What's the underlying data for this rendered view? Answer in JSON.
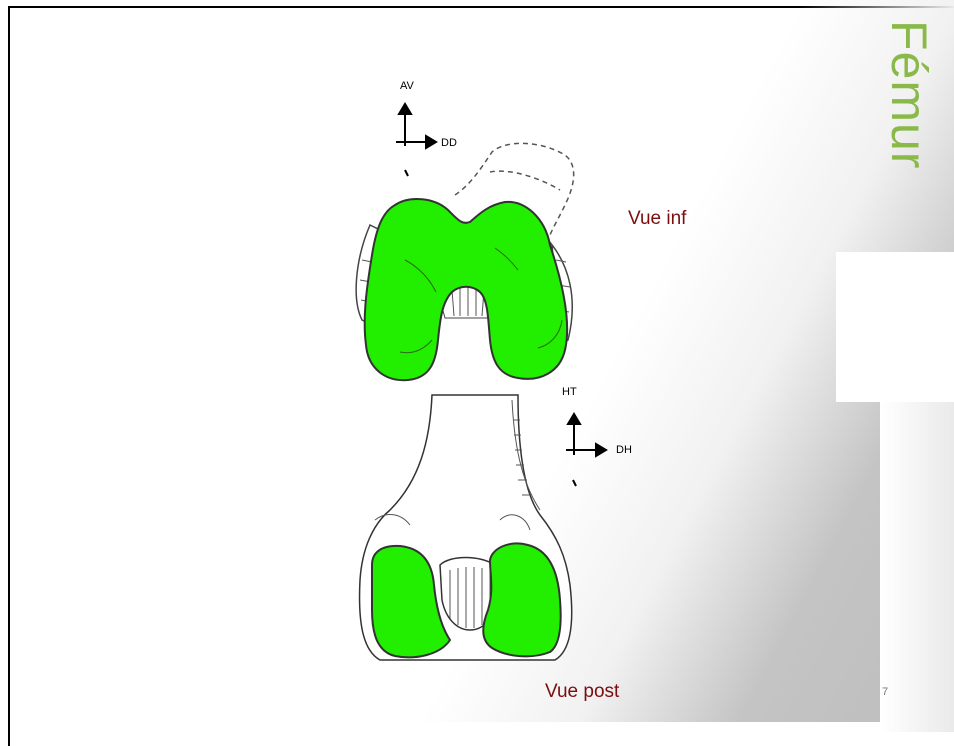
{
  "slide": {
    "title": "Fémur",
    "page_number": "7"
  },
  "figure_top": {
    "caption": "Vue inf",
    "axis_vertical": "AV",
    "axis_horizontal": "DD"
  },
  "figure_bottom": {
    "caption": "Vue post",
    "axis_vertical": "HT",
    "axis_horizontal": "DH"
  },
  "colors": {
    "highlight": "#22ee00",
    "caption": "#7a0e0e",
    "title": "#8ab94a"
  }
}
